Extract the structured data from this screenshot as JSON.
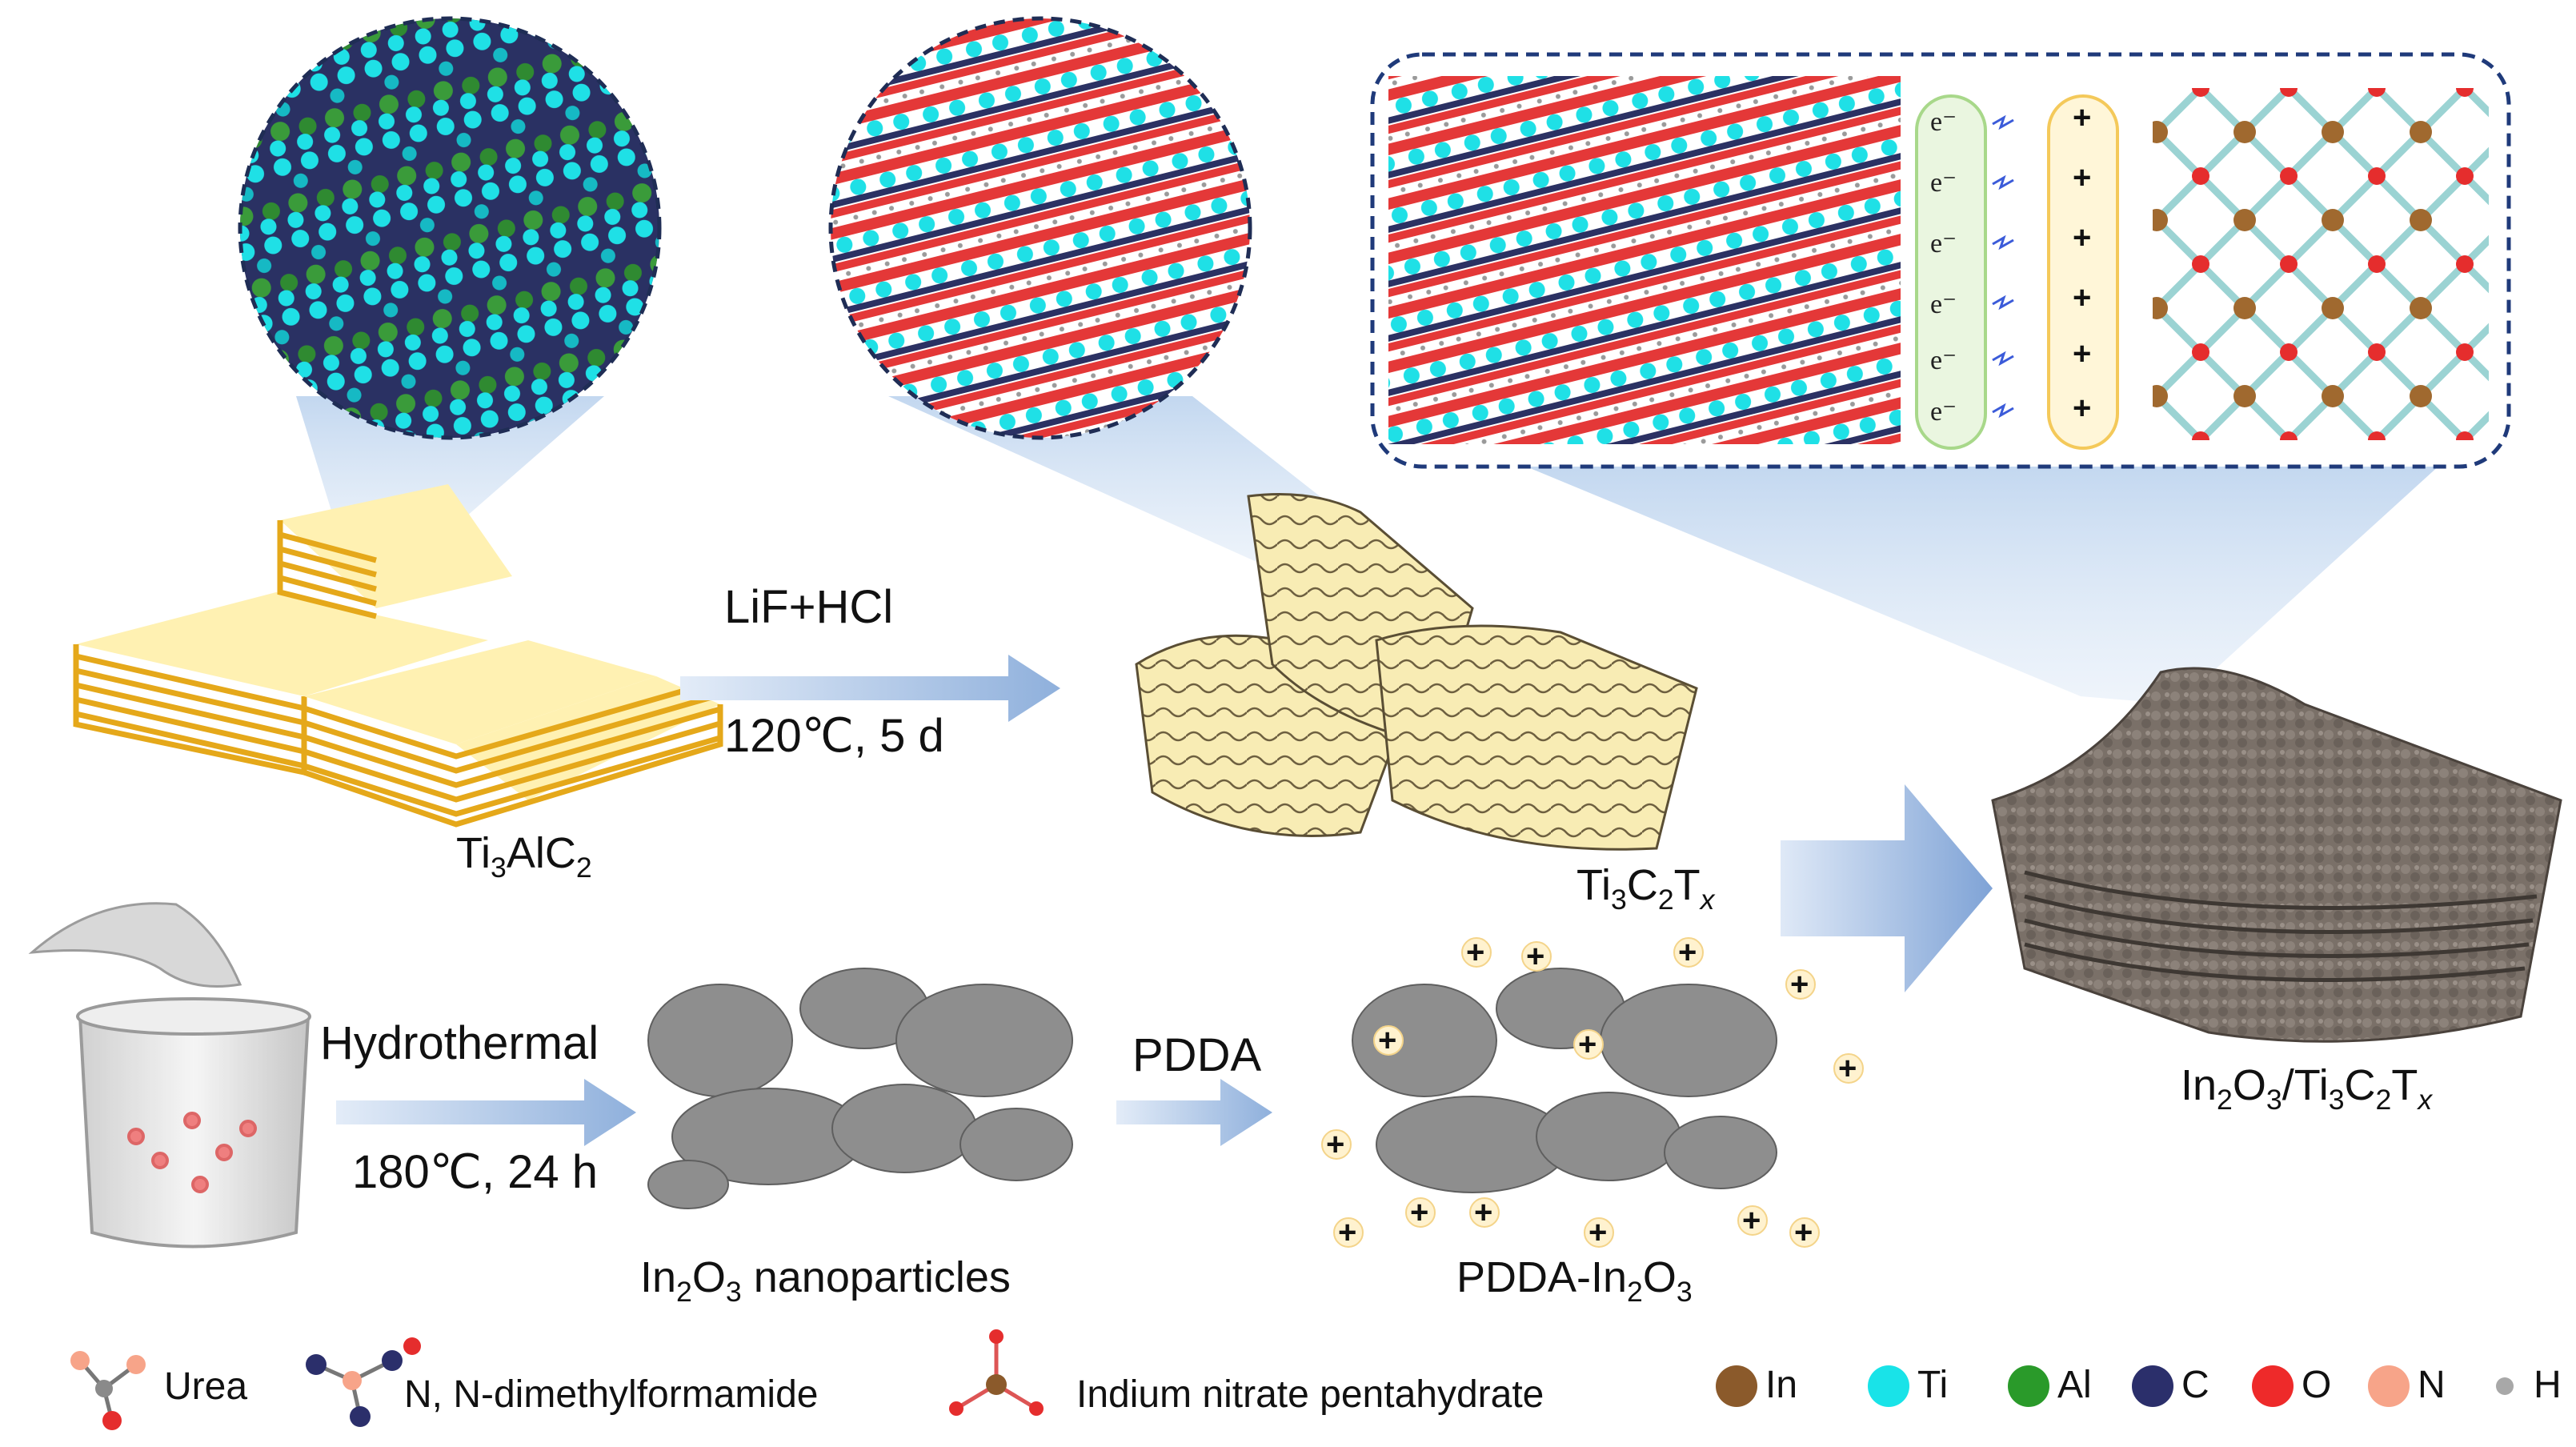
{
  "labels": {
    "ti3alc2": {
      "main": "Ti",
      "s1": "3",
      "mid": "AlC",
      "s2": "2"
    },
    "lif": "LiF+HCl",
    "etch_cond": "120℃, 5 d",
    "ti3c2tx": {
      "a": "Ti",
      "s1": "3",
      "b": "C",
      "s2": "2",
      "c": "T",
      "x": "x"
    },
    "hydrothermal": "Hydrothermal",
    "hydro_cond": "180℃, 24 h",
    "pdda": "PDDA",
    "in2o3_np": {
      "a": "In",
      "s1": "2",
      "b": "O",
      "s2": "3",
      "c": " nanoparticles"
    },
    "pdda_in2o3": {
      "a": "PDDA-In",
      "s1": "2",
      "b": "O",
      "s2": "3"
    },
    "composite": {
      "a": "In",
      "s1": "2",
      "b": "O",
      "s2": "3",
      "c": "/Ti",
      "s3": "3",
      "d": "C",
      "s4": "2",
      "e": "T",
      "x": "x"
    }
  },
  "interface": {
    "electron": "e⁻",
    "plus": "+"
  },
  "legend": {
    "molecules": [
      {
        "label": "Urea",
        "icon": "urea-molecule-icon"
      },
      {
        "label": "N, N-dimethylformamide",
        "icon": "dmf-molecule-icon"
      },
      {
        "label": "Indium nitrate pentahydrate",
        "icon": "indium-nitrate-molecule-icon"
      }
    ],
    "atoms": [
      {
        "label": "In",
        "color": "#8b5a2b"
      },
      {
        "label": "Ti",
        "color": "#19e3e8"
      },
      {
        "label": "Al",
        "color": "#2a9a2a"
      },
      {
        "label": "C",
        "color": "#2b2f6b"
      },
      {
        "label": "O",
        "color": "#ee2a2a"
      },
      {
        "label": "N",
        "color": "#f7a489"
      },
      {
        "label": "H",
        "color": "#a8a8a8"
      }
    ]
  }
}
